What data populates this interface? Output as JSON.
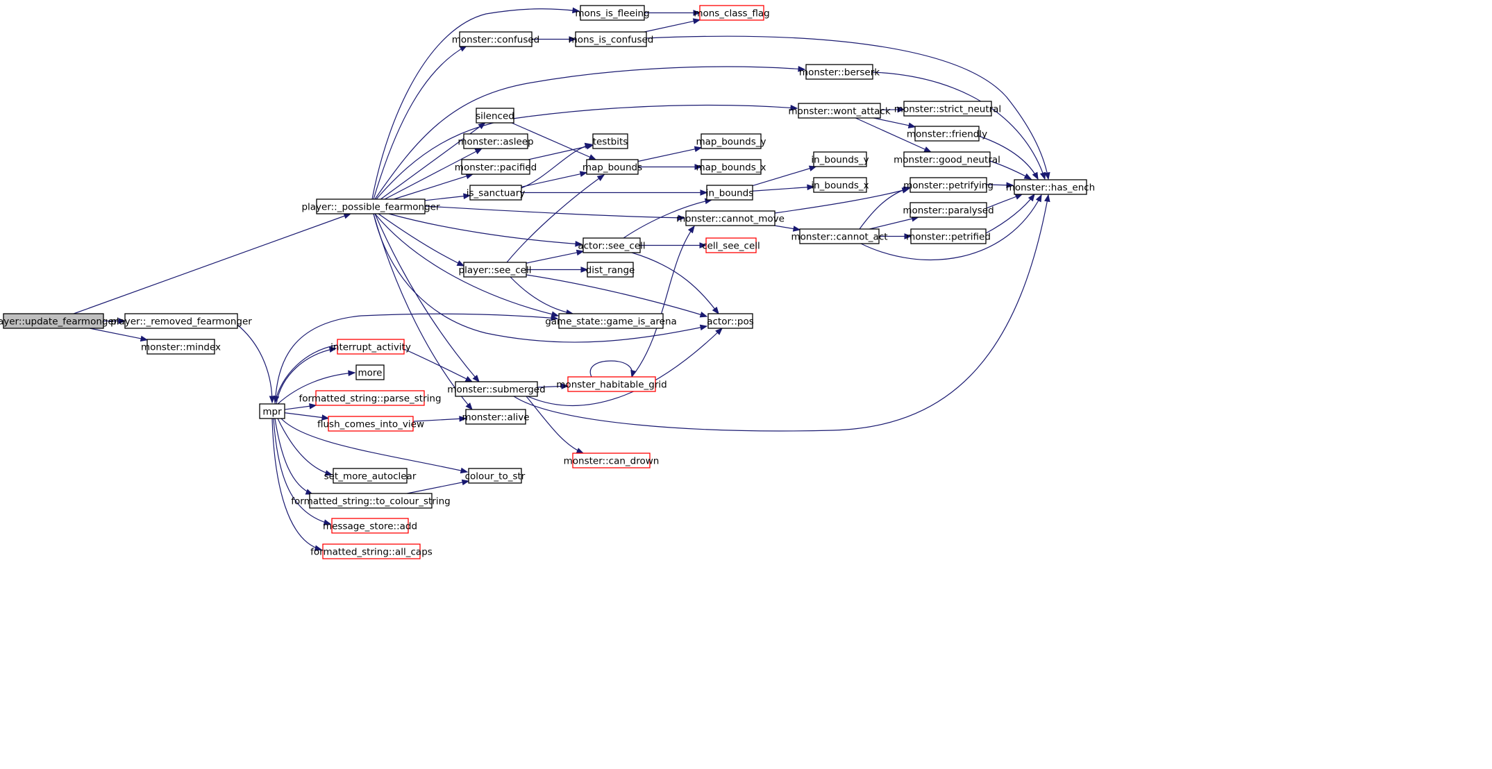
{
  "graph": {
    "colors": {
      "edge": "#191970",
      "node_border": "#000000",
      "node_border_truncated": "#ff0000",
      "root_fill": "#bfbfbf",
      "node_fill": "#ffffff"
    },
    "nodes": [
      {
        "id": "update_fearmonger",
        "label": "player::update_fearmonger",
        "style": "root"
      },
      {
        "id": "removed_fearmonger",
        "label": "player::_removed_fearmonger",
        "style": "normal"
      },
      {
        "id": "mindex",
        "label": "monster::mindex",
        "style": "normal"
      },
      {
        "id": "possible_fearmonger",
        "label": "player::_possible_fearmonger",
        "style": "normal"
      },
      {
        "id": "mpr",
        "label": "mpr",
        "style": "normal"
      },
      {
        "id": "mons_is_fleeing",
        "label": "mons_is_fleeing",
        "style": "normal"
      },
      {
        "id": "mons_class_flag",
        "label": "mons_class_flag",
        "style": "truncated"
      },
      {
        "id": "monster_confused",
        "label": "monster::confused",
        "style": "normal"
      },
      {
        "id": "mons_is_confused",
        "label": "mons_is_confused",
        "style": "normal"
      },
      {
        "id": "monster_berserk",
        "label": "monster::berserk",
        "style": "normal"
      },
      {
        "id": "monster_wont_attack",
        "label": "monster::wont_attack",
        "style": "normal"
      },
      {
        "id": "monster_strict_neutral",
        "label": "monster::strict_neutral",
        "style": "normal"
      },
      {
        "id": "monster_friendly",
        "label": "monster::friendly",
        "style": "normal"
      },
      {
        "id": "monster_good_neutral",
        "label": "monster::good_neutral",
        "style": "normal"
      },
      {
        "id": "monster_has_ench",
        "label": "monster::has_ench",
        "style": "normal"
      },
      {
        "id": "silenced",
        "label": "silenced",
        "style": "normal"
      },
      {
        "id": "monster_asleep",
        "label": "monster::asleep",
        "style": "normal"
      },
      {
        "id": "testbits",
        "label": "testbits",
        "style": "normal"
      },
      {
        "id": "monster_pacified",
        "label": "monster::pacified",
        "style": "normal"
      },
      {
        "id": "map_bounds",
        "label": "map_bounds",
        "style": "normal"
      },
      {
        "id": "map_bounds_y",
        "label": "map_bounds_y",
        "style": "normal"
      },
      {
        "id": "map_bounds_x",
        "label": "map_bounds_x",
        "style": "normal"
      },
      {
        "id": "is_sanctuary",
        "label": "is_sanctuary",
        "style": "normal"
      },
      {
        "id": "in_bounds",
        "label": "in_bounds",
        "style": "normal"
      },
      {
        "id": "in_bounds_y",
        "label": "in_bounds_y",
        "style": "normal"
      },
      {
        "id": "in_bounds_x",
        "label": "in_bounds_x",
        "style": "normal"
      },
      {
        "id": "monster_petrifying",
        "label": "monster::petrifying",
        "style": "normal"
      },
      {
        "id": "monster_paralysed",
        "label": "monster::paralysed",
        "style": "normal"
      },
      {
        "id": "monster_cannot_move",
        "label": "monster::cannot_move",
        "style": "normal"
      },
      {
        "id": "monster_cannot_act",
        "label": "monster::cannot_act",
        "style": "normal"
      },
      {
        "id": "monster_petrified",
        "label": "monster::petrified",
        "style": "normal"
      },
      {
        "id": "actor_see_cell",
        "label": "actor::see_cell",
        "style": "normal"
      },
      {
        "id": "cell_see_cell",
        "label": "cell_see_cell",
        "style": "truncated"
      },
      {
        "id": "player_see_cell",
        "label": "player::see_cell",
        "style": "normal"
      },
      {
        "id": "dist_range",
        "label": "dist_range",
        "style": "normal"
      },
      {
        "id": "game_is_arena",
        "label": "game_state::game_is_arena",
        "style": "normal"
      },
      {
        "id": "actor_pos",
        "label": "actor::pos",
        "style": "normal"
      },
      {
        "id": "interrupt_activity",
        "label": "interrupt_activity",
        "style": "truncated"
      },
      {
        "id": "more",
        "label": "more",
        "style": "normal"
      },
      {
        "id": "parse_string",
        "label": "formatted_string::parse_string",
        "style": "truncated"
      },
      {
        "id": "monster_submerged",
        "label": "monster::submerged",
        "style": "normal"
      },
      {
        "id": "monster_habitable_grid",
        "label": "monster_habitable_grid",
        "style": "truncated"
      },
      {
        "id": "flush_comes_into_view",
        "label": "flush_comes_into_view",
        "style": "truncated"
      },
      {
        "id": "monster_alive",
        "label": "monster::alive",
        "style": "normal"
      },
      {
        "id": "monster_can_drown",
        "label": "monster::can_drown",
        "style": "truncated"
      },
      {
        "id": "set_more_autoclear",
        "label": "set_more_autoclear",
        "style": "normal"
      },
      {
        "id": "colour_to_str",
        "label": "colour_to_str",
        "style": "normal"
      },
      {
        "id": "to_colour_string",
        "label": "formatted_string::to_colour_string",
        "style": "normal"
      },
      {
        "id": "message_store_add",
        "label": "message_store::add",
        "style": "truncated"
      },
      {
        "id": "all_caps",
        "label": "formatted_string::all_caps",
        "style": "truncated"
      }
    ],
    "edges": [
      [
        "update_fearmonger",
        "possible_fearmonger"
      ],
      [
        "update_fearmonger",
        "removed_fearmonger"
      ],
      [
        "update_fearmonger",
        "mindex"
      ],
      [
        "removed_fearmonger",
        "mpr"
      ],
      [
        "possible_fearmonger",
        "mons_is_fleeing"
      ],
      [
        "possible_fearmonger",
        "monster_confused"
      ],
      [
        "possible_fearmonger",
        "monster_berserk"
      ],
      [
        "possible_fearmonger",
        "monster_wont_attack"
      ],
      [
        "possible_fearmonger",
        "silenced"
      ],
      [
        "possible_fearmonger",
        "monster_asleep"
      ],
      [
        "possible_fearmonger",
        "monster_pacified"
      ],
      [
        "possible_fearmonger",
        "is_sanctuary"
      ],
      [
        "possible_fearmonger",
        "monster_cannot_move"
      ],
      [
        "possible_fearmonger",
        "actor_see_cell"
      ],
      [
        "possible_fearmonger",
        "player_see_cell"
      ],
      [
        "possible_fearmonger",
        "game_is_arena"
      ],
      [
        "possible_fearmonger",
        "actor_pos"
      ],
      [
        "possible_fearmonger",
        "monster_submerged"
      ],
      [
        "possible_fearmonger",
        "monster_alive"
      ],
      [
        "mons_is_fleeing",
        "mons_class_flag"
      ],
      [
        "monster_confused",
        "mons_is_confused"
      ],
      [
        "mons_is_confused",
        "mons_class_flag"
      ],
      [
        "mons_is_confused",
        "monster_has_ench"
      ],
      [
        "monster_berserk",
        "monster_has_ench"
      ],
      [
        "monster_wont_attack",
        "monster_strict_neutral"
      ],
      [
        "monster_wont_attack",
        "monster_friendly"
      ],
      [
        "monster_wont_attack",
        "monster_good_neutral"
      ],
      [
        "monster_friendly",
        "monster_has_ench"
      ],
      [
        "monster_good_neutral",
        "monster_has_ench"
      ],
      [
        "silenced",
        "map_bounds"
      ],
      [
        "monster_pacified",
        "testbits"
      ],
      [
        "is_sanctuary",
        "testbits"
      ],
      [
        "is_sanctuary",
        "map_bounds"
      ],
      [
        "is_sanctuary",
        "in_bounds"
      ],
      [
        "map_bounds",
        "map_bounds_y"
      ],
      [
        "map_bounds",
        "map_bounds_x"
      ],
      [
        "in_bounds",
        "in_bounds_y"
      ],
      [
        "in_bounds",
        "in_bounds_x"
      ],
      [
        "monster_petrifying",
        "monster_has_ench"
      ],
      [
        "monster_paralysed",
        "monster_has_ench"
      ],
      [
        "monster_petrified",
        "monster_has_ench"
      ],
      [
        "monster_cannot_move",
        "monster_petrifying"
      ],
      [
        "monster_cannot_move",
        "monster_cannot_act"
      ],
      [
        "monster_cannot_act",
        "monster_petrifying"
      ],
      [
        "monster_cannot_act",
        "monster_paralysed"
      ],
      [
        "monster_cannot_act",
        "monster_petrified"
      ],
      [
        "monster_cannot_act",
        "monster_has_ench"
      ],
      [
        "actor_see_cell",
        "in_bounds"
      ],
      [
        "actor_see_cell",
        "cell_see_cell"
      ],
      [
        "actor_see_cell",
        "actor_pos"
      ],
      [
        "player_see_cell",
        "map_bounds"
      ],
      [
        "player_see_cell",
        "actor_see_cell"
      ],
      [
        "player_see_cell",
        "dist_range"
      ],
      [
        "player_see_cell",
        "game_is_arena"
      ],
      [
        "player_see_cell",
        "actor_pos"
      ],
      [
        "mpr",
        "game_is_arena"
      ],
      [
        "mpr",
        "interrupt_activity"
      ],
      [
        "mpr",
        "more"
      ],
      [
        "mpr",
        "parse_string"
      ],
      [
        "mpr",
        "flush_comes_into_view"
      ],
      [
        "mpr",
        "colour_to_str"
      ],
      [
        "mpr",
        "set_more_autoclear"
      ],
      [
        "mpr",
        "to_colour_string"
      ],
      [
        "mpr",
        "message_store_add"
      ],
      [
        "mpr",
        "all_caps"
      ],
      [
        "interrupt_activity",
        "mpr"
      ],
      [
        "interrupt_activity",
        "monster_submerged"
      ],
      [
        "flush_comes_into_view",
        "monster_alive"
      ],
      [
        "to_colour_string",
        "colour_to_str"
      ],
      [
        "monster_submerged",
        "monster_habitable_grid"
      ],
      [
        "monster_submerged",
        "actor_pos"
      ],
      [
        "monster_submerged",
        "monster_can_drown"
      ],
      [
        "monster_submerged",
        "monster_has_ench"
      ],
      [
        "monster_habitable_grid",
        "monster_habitable_grid"
      ],
      [
        "monster_habitable_grid",
        "monster_cannot_move"
      ]
    ]
  }
}
